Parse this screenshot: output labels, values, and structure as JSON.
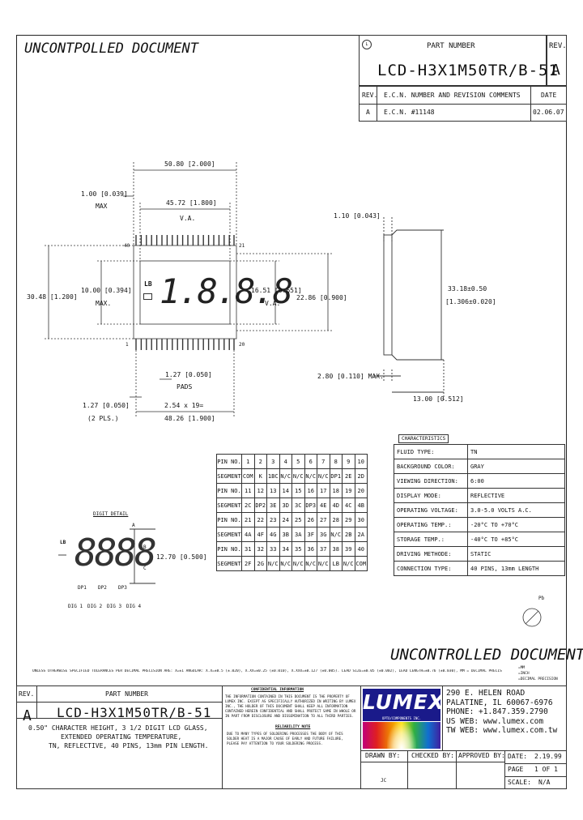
{
  "header": {
    "watermark_top": "UNCONTPOLLED DOCUMENT",
    "part_number_label": "PART NUMBER",
    "part_number": "LCD-H3X1M50TR/B-51",
    "rev_label": "REV.",
    "rev_value": "A",
    "rev_table": {
      "col_rev": "REV.",
      "col_ecn": "E.C.N. NUMBER AND REVISION COMMENTS",
      "col_date": "DATE",
      "row_rev": "A",
      "row_ecn": "E.C.N. #11148",
      "row_date": "02.06.07"
    }
  },
  "dimensions": {
    "overall_width": "50.80 [2.000]",
    "edge": "1.00 [0.039]",
    "edge_max": "MAX",
    "va_width": "45.72 [1.800]",
    "va_width_label": "V.A.",
    "height": "30.48 [1.200]",
    "inner_height": "10.00 [0.394]",
    "inner_height_max": "MAX.",
    "va_height": "16.51 [0.651]",
    "va_height_label": "V.A.",
    "glass_height": "22.86 [0.900]",
    "pad_width": "1.27 [0.050]",
    "pad_label": "PADS",
    "pitch_label": "1.27 [0.050]",
    "pitch_count": "(2 PLS.)",
    "pin_span": "2.54 x 19=",
    "pin_span_value": "48.26 [1.900]",
    "pin1": "1",
    "pin40": "40",
    "pin20": "20",
    "pin21": "21",
    "side_thickness": "1.10 [0.043]",
    "side_total": "33.18±0.50",
    "side_total_in": "[1.306±0.020]",
    "side_glass": "2.80 [0.110] MAX.",
    "side_pin": "13.00 [0.512]",
    "lb_label": "LB",
    "digits_shown": "1.8.8.8"
  },
  "digit_detail": {
    "title": "DIGIT DETAIL",
    "lb": "LB",
    "labels": [
      "DP1",
      "DP2",
      "DP3"
    ],
    "digits": [
      "DIG 1",
      "DIG 2",
      "DIG 3",
      "DIG 4"
    ],
    "seg_a": "A",
    "seg_b": "B",
    "seg_c": "C",
    "height": "12.70 [0.500]"
  },
  "pin_table": {
    "rows": [
      [
        "PIN NO.",
        "1",
        "2",
        "3",
        "4",
        "5",
        "6",
        "7",
        "8",
        "9",
        "10"
      ],
      [
        "SEGMENT",
        "COM",
        "K",
        "1BC",
        "N/C",
        "N/C",
        "N/C",
        "N/C",
        "DP1",
        "2E",
        "2D"
      ],
      [
        "PIN NO.",
        "11",
        "12",
        "13",
        "14",
        "15",
        "16",
        "17",
        "18",
        "19",
        "20"
      ],
      [
        "SEGMENT",
        "2C",
        "DP2",
        "3E",
        "3D",
        "3C",
        "DP3",
        "4E",
        "4D",
        "4C",
        "4B"
      ],
      [
        "PIN NO.",
        "21",
        "22",
        "23",
        "24",
        "25",
        "26",
        "27",
        "28",
        "29",
        "30"
      ],
      [
        "SEGMENT",
        "4A",
        "4F",
        "4G",
        "3B",
        "3A",
        "3F",
        "3G",
        "N/C",
        "2B",
        "2A"
      ],
      [
        "PIN NO.",
        "31",
        "32",
        "33",
        "34",
        "35",
        "36",
        "37",
        "38",
        "39",
        "40"
      ],
      [
        "SEGMENT",
        "2F",
        "2G",
        "N/C",
        "N/C",
        "N/C",
        "N/C",
        "N/C",
        "LB",
        "N/C",
        "COM"
      ]
    ]
  },
  "characteristics": {
    "title": "CHARACTERISTICS",
    "rows": [
      [
        "FLUID TYPE:",
        "TN"
      ],
      [
        "BACKGROUND COLOR:",
        "GRAY"
      ],
      [
        "VIEWING DIRECTION:",
        "6:00"
      ],
      [
        "DISPLAY MODE:",
        "REFLECTIVE"
      ],
      [
        "OPERATING VOLTAGE:",
        "3.0-5.0 VOLTS A.C."
      ],
      [
        "OPERATING TEMP.:",
        "-20°C TO +70°C"
      ],
      [
        "STORAGE TEMP.:",
        "-40°C TO +85°C"
      ],
      [
        "DRIVING METHODE:",
        "STATIC"
      ],
      [
        "CONNECTION TYPE:",
        "40 PINS, 13mm LENGTH"
      ]
    ]
  },
  "rohs_mark": "Pb",
  "watermark_bottom": "UNCONTROLLED DOCUMENT",
  "tolerance_note": "UNLESS OTHERWISE SPECIFIED TOLERANCES PER DECIMAL PRECISION ARE: X=±1 ANGULAR: X.X=±0.5 (±.020), X.XX=±0.25 (±0.010), X.XXX=±0.127 (±0.005). LEAD SIZE=±0.05 (±0.002), LEAD LENGTH=±0.76 (±0.030), MM = DECIMAL PRECISION",
  "tolerance_note2": "=MM",
  "tolerance_note3": "=INCH",
  "tolerance_note4": "=DECIMAL PRECISION",
  "title_block": {
    "rev_label": "REV.",
    "rev": "A",
    "part_label": "PART NUMBER",
    "part": "LCD-H3X1M50TR/B-51",
    "description": [
      "0.50\" CHARACTER HEIGHT, 3 1/2 DIGIT LCD GLASS,",
      "EXTENDED OPERATING TEMPERATURE,",
      "TN, REFLECTIVE, 40 PINS, 13mm PIN LENGTH."
    ],
    "confidential_title": "CONFIDENTIAL INFORMATION",
    "confidential_text": [
      "THE INFORMATION CONTAINED IN THIS DOCUMENT IS THE PROPERTY OF",
      "LUMEX INC. EXCEPT AS SPECIFICALLY AUTHORIZED IN WRITING BY LUMEX",
      "INC., THE HOLDER OF THIS DOCUMENT SHALL KEEP ALL INFORMATION",
      "CONTAINED HEREIN CONFIDENTIAL AND SHALL PROTECT SAME IN WHOLE OR",
      "IN PART FROM DISCLOSURE AND DISSEMINATION TO ALL THIRD PARTIES."
    ],
    "reliability_title": "RELIABILITY NOTE",
    "reliability_text": [
      "DUE TO MANY TYPES OF SOLDERING PROCESSES THE BODY OF THIS",
      "SOLDER HEAT IS A MAJOR CAUSE OF EARLY AND FUTURE FAILURE,",
      "PLEASE PAY ATTENTION TO YOUR SOLDERING PROCESS."
    ],
    "logo": "LUMEX",
    "logo_tag": "OPTO/COMPONENTS INC.",
    "address": [
      "290 E. HELEN ROAD",
      "PALATINE, IL 60067-6976",
      "PHONE: +1.847.359.2790",
      "US WEB: www.lumex.com",
      "TW WEB: www.lumex.com.tw"
    ],
    "drawn_by": "DRAWN BY:",
    "checked_by": "CHECKED BY:",
    "approved_by": "APPROVED BY:",
    "drawn_value": "JC",
    "date_label": "DATE:",
    "date_value": "2.19.99",
    "page_label": "PAGE",
    "page_value": "1 OF 1",
    "scale_label": "SCALE:",
    "scale_value": "N/A"
  }
}
